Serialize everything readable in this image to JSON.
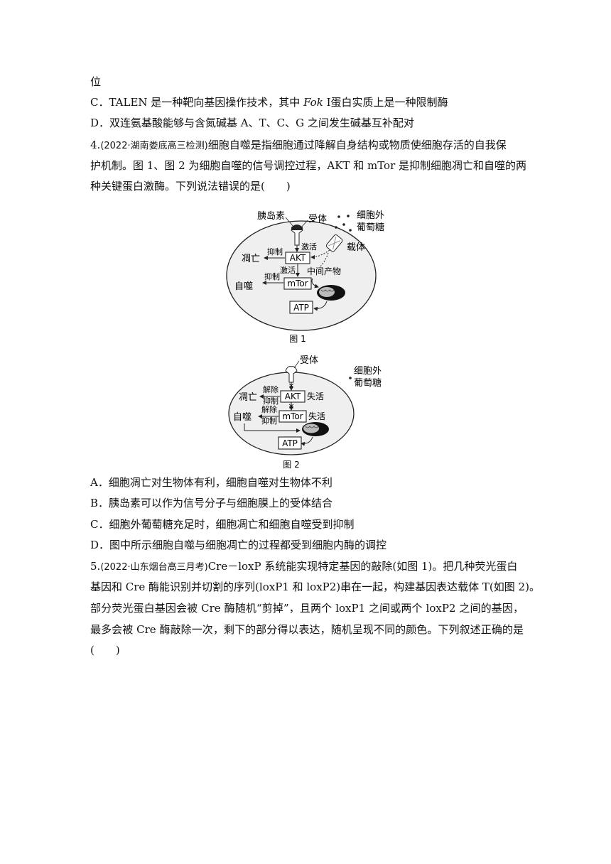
{
  "doc": {
    "cont_line": "位",
    "optC_prefix": "C．TALEN 是一种靶向基因操作技术，其中 ",
    "optC_fok": "Fok",
    "optC_suffix": " Ⅰ蛋白实质上是一种限制酶",
    "optD": "D．双连氨基酸能够与含氮碱基 A、T、C、G 之间发生碱基互补配对",
    "q4": {
      "num": "4.",
      "source": "(2022·湖南娄底高三检测)",
      "line1_text": "细胞自噬是指细胞通过降解自身结构或物质使细胞存活的自我保",
      "line2": "护机制。图 1、图 2 为细胞自噬的信号调控过程，AKT 和 mTor 是抑制细胞凋亡和自噬的两",
      "line3": "种关键蛋白激酶。下列说法错误的是(　　)",
      "options": [
        "A．细胞凋亡对生物体有利，细胞自噬对生物体不利",
        "B．胰岛素可以作为信号分子与细胞膜上的受体结合",
        "C．细胞外葡萄糖充足时，细胞凋亡和细胞自噬受到抑制",
        "D．图中所示细胞自噬与细胞凋亡的过程都受到细胞内酶的调控"
      ]
    },
    "q5": {
      "num": "5.",
      "source": "(2022·山东烟台高三月考)",
      "line1_text": "Cre－loxP 系统能实现特定基因的敲除(如图 1)。把几种荧光蛋白",
      "line2": "基因和 Cre 酶能识别并切割的序列(loxP1 和 loxP2)串在一起，构建基因表达载体 T(如图 2)。",
      "line3": "部分荧光蛋白基因会被 Cre 酶随机“剪掉”，且两个 loxP1 之间或两个 loxP2 之间的基因，",
      "line4": "最多会被 Cre 酶敲除一次，剩下的部分得以表达，随机呈现不同的颜色。下列叙述正确的是",
      "line5": "(　　)"
    }
  },
  "fig1": {
    "caption": "图 1",
    "insulin": "胰岛素",
    "receptor": "受体",
    "glucose_line1": "细胞外",
    "glucose_line2": "葡萄糖",
    "carrier": "载体",
    "apoptosis": "凋亡",
    "inhibit1": "抑制",
    "activate1": "激活",
    "akt": "AKT",
    "activate2": "激活",
    "intermediate": "中间产物",
    "autophagy": "自噬",
    "inhibit2": "抑制",
    "mtor": "mTor",
    "atp": "ATP"
  },
  "fig2": {
    "caption": "图 2",
    "receptor": "受体",
    "glucose_line1": "细胞外",
    "glucose_line2": "葡萄糖",
    "apoptosis": "凋亡",
    "release1": "解除",
    "inhibit1": "抑制",
    "akt": "AKT",
    "inactive1": "失活",
    "autophagy": "自噬",
    "release2": "解除",
    "inhibit2": "抑制",
    "mtor": "mTor",
    "inactive2": "失活",
    "atp": "ATP"
  },
  "colors": {
    "text": "#111111",
    "cell_fill": "#efefef",
    "stroke": "#222222"
  }
}
